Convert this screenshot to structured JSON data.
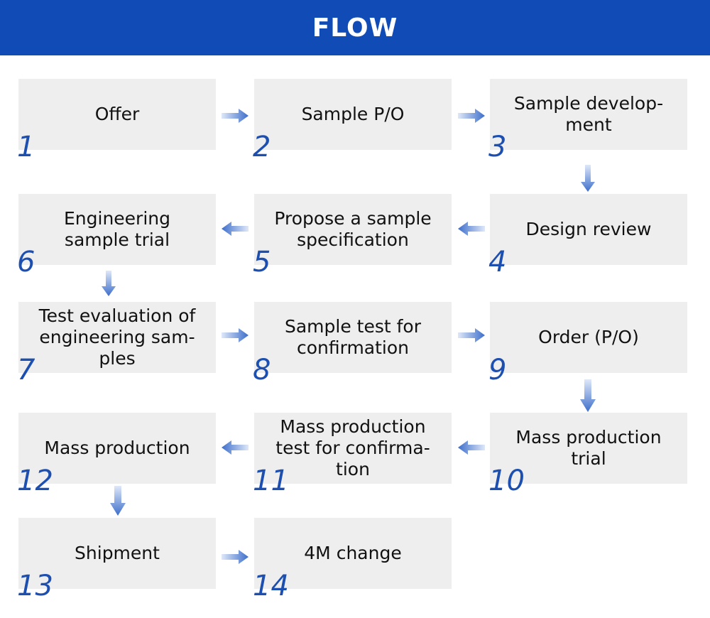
{
  "header": {
    "title": "FLOW"
  },
  "colors": {
    "header_bg": "#114bb5",
    "box_bg": "#eeeeee",
    "number": "#1c4fb0",
    "arrow": "#4a78d0"
  },
  "steps": [
    {
      "number": "1",
      "label": "Offer"
    },
    {
      "number": "2",
      "label": "Sample P/O"
    },
    {
      "number": "3",
      "label": "Sample develop-\nment"
    },
    {
      "number": "4",
      "label": "Design review"
    },
    {
      "number": "5",
      "label": "Propose a sample\nspecification"
    },
    {
      "number": "6",
      "label": "Engineering\nsample trial"
    },
    {
      "number": "7",
      "label": "Test evaluation of\nengineering sam-\nples"
    },
    {
      "number": "8",
      "label": "Sample test for\nconfirmation"
    },
    {
      "number": "9",
      "label": "Order (P/O)"
    },
    {
      "number": "10",
      "label": "Mass production\ntrial"
    },
    {
      "number": "11",
      "label": "Mass production\ntest for confirma-\ntion"
    },
    {
      "number": "12",
      "label": "Mass production"
    },
    {
      "number": "13",
      "label": "Shipment"
    },
    {
      "number": "14",
      "label": "4M change"
    }
  ],
  "connectors": [
    {
      "from": "1",
      "to": "2",
      "direction": "right"
    },
    {
      "from": "2",
      "to": "3",
      "direction": "right"
    },
    {
      "from": "3",
      "to": "4",
      "direction": "down"
    },
    {
      "from": "4",
      "to": "5",
      "direction": "left"
    },
    {
      "from": "5",
      "to": "6",
      "direction": "left"
    },
    {
      "from": "6",
      "to": "7",
      "direction": "down"
    },
    {
      "from": "7",
      "to": "8",
      "direction": "right"
    },
    {
      "from": "8",
      "to": "9",
      "direction": "right"
    },
    {
      "from": "9",
      "to": "10",
      "direction": "down"
    },
    {
      "from": "10",
      "to": "11",
      "direction": "left"
    },
    {
      "from": "11",
      "to": "12",
      "direction": "left"
    },
    {
      "from": "12",
      "to": "13",
      "direction": "down"
    },
    {
      "from": "13",
      "to": "14",
      "direction": "right"
    }
  ]
}
